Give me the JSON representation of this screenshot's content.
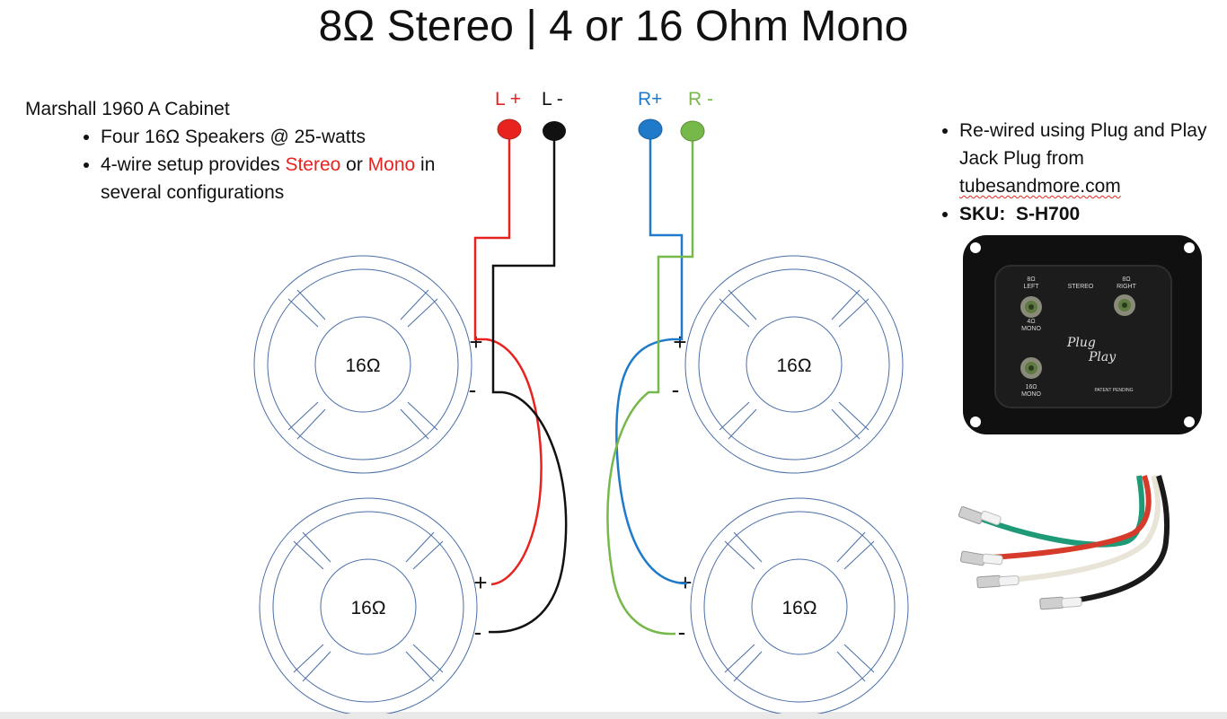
{
  "title": "8Ω Stereo | 4 or 16 Ohm Mono",
  "left_panel": {
    "heading": "Marshall 1960 A Cabinet",
    "bullet1": "Four 16Ω Speakers @ 25-watts",
    "bullet2_part1": "4-wire setup provides ",
    "bullet2_stereo": "Stereo",
    "bullet2_part2": " or ",
    "bullet2_mono": "Mono",
    "bullet2_part3": " in several configurations"
  },
  "right_panel": {
    "bullet1_part1": "Re-wired using Plug and Play Jack Plug from ",
    "bullet1_link": "tubesandmore.com",
    "bullet2_label": "SKU:",
    "bullet2_value": "S-H700"
  },
  "terminals": {
    "l_plus": "L +",
    "l_minus": "L -",
    "r_plus": "R+",
    "r_minus": "R -"
  },
  "speakers": {
    "top_left": "16Ω",
    "top_right": "16Ω",
    "bottom_left": "16Ω",
    "bottom_right": "16Ω"
  },
  "polarity": {
    "plus": "+",
    "minus": "-"
  },
  "jack_plate": {
    "left_top": "8Ω",
    "left_label": "LEFT",
    "stereo": "STEREO",
    "right_top": "8Ω",
    "right_label": "RIGHT",
    "mono4_top": "4Ω",
    "mono4_label": "MONO",
    "mono16_top": "16Ω",
    "mono16_label": "MONO",
    "brand1": "Plug",
    "brand2": "Play",
    "patent": "PATENT PENDING"
  },
  "colors": {
    "left_plus_wire": "#e8231f",
    "left_minus_wire": "#111111",
    "right_plus_wire": "#1f7bc9",
    "right_minus_wire": "#77b84a",
    "speaker_line": "#4a6fa8",
    "plate": "#101010"
  }
}
